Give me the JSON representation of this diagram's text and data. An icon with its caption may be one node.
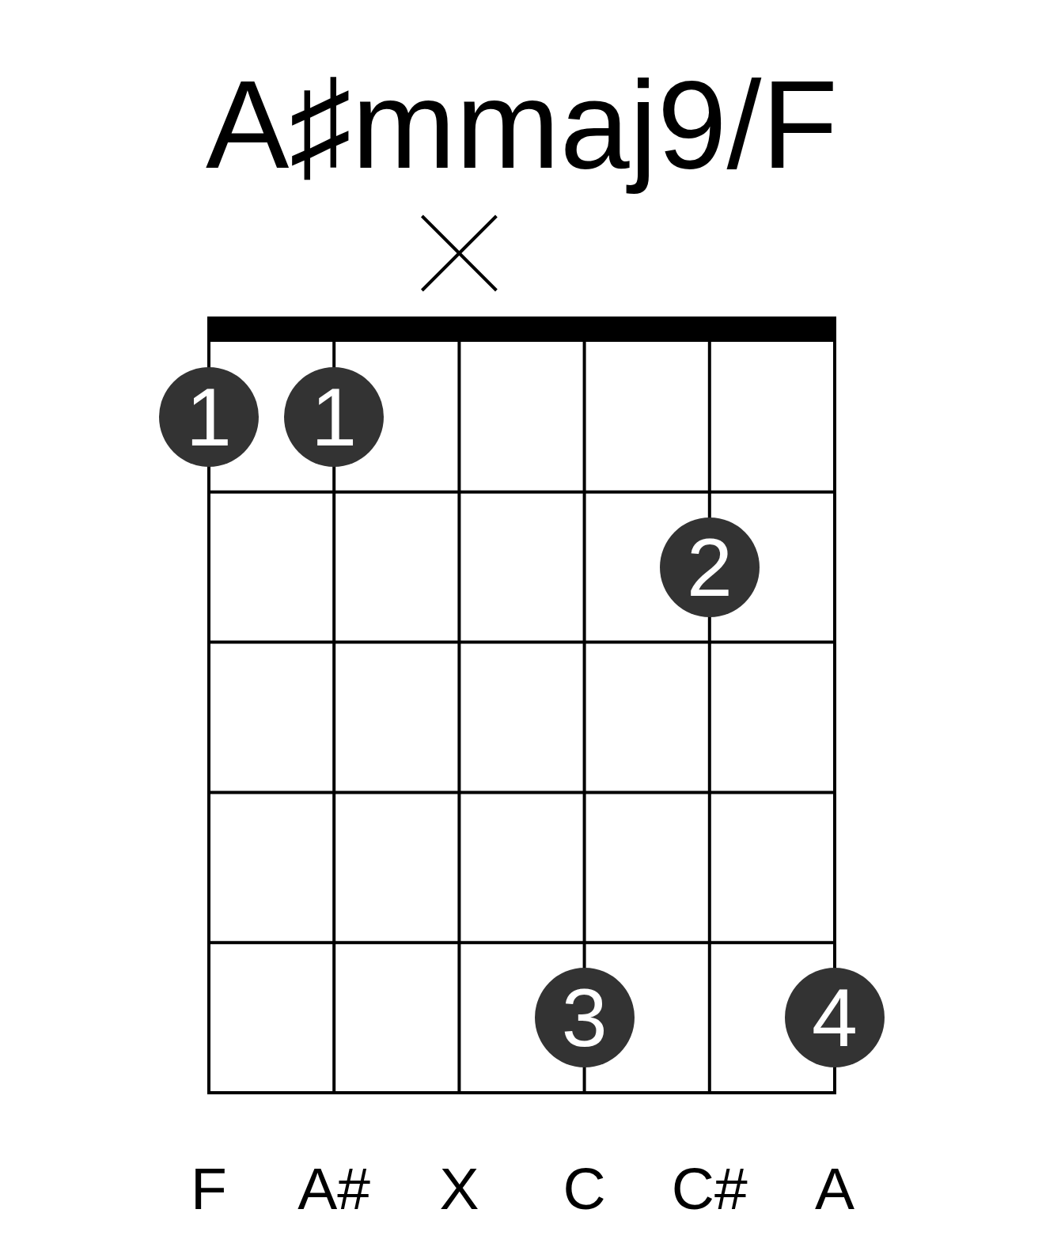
{
  "diagram": {
    "title": "A♯mmaj9/F",
    "nodes": [
      {
        "text": [
          "1"
        ]
      },
      {
        "text": [
          "1"
        ]
      },
      {
        "text": [
          "2"
        ]
      },
      {
        "text": [
          "3"
        ]
      },
      {
        "text": [
          "4"
        ]
      }
    ],
    "labels": [
      "F",
      "A#",
      "X",
      "C",
      "C#",
      "A"
    ]
  }
}
